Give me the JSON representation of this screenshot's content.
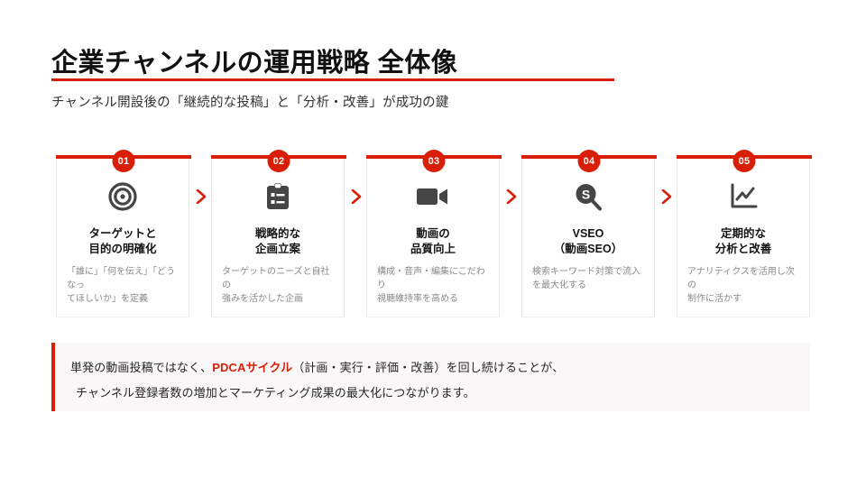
{
  "header": {
    "title": "企業チャンネルの運用戦略 全体像",
    "subtitle": "チャンネル開設後の「継続的な投稿」と「分析・改善」が成功の鍵"
  },
  "accent_color": "#D81E06",
  "steps": [
    {
      "number": "01",
      "icon": "target-icon",
      "title_line1": "ターゲットと",
      "title_line2": "目的の明確化",
      "desc_line1": "「誰に」「何を伝え」「どうなっ",
      "desc_line2": "てほしいか」を定義"
    },
    {
      "number": "02",
      "icon": "clipboard-list-icon",
      "title_line1": "戦略的な",
      "title_line2": "企画立案",
      "desc_line1": "ターゲットのニーズと自社の",
      "desc_line2": "強みを活かした企画"
    },
    {
      "number": "03",
      "icon": "video-camera-icon",
      "title_line1": "動画の",
      "title_line2": "品質向上",
      "desc_line1": "構成・音声・編集にこだわり",
      "desc_line2": "視聴維持率を高める"
    },
    {
      "number": "04",
      "icon": "magnifier-dollar-icon",
      "title_line1": "VSEO",
      "title_line2": "（動画SEO）",
      "desc_line1": "検索キーワード対策で流入",
      "desc_line2": "を最大化する"
    },
    {
      "number": "05",
      "icon": "line-chart-icon",
      "title_line1": "定期的な",
      "title_line2": "分析と改善",
      "desc_line1": "アナリティクスを活用し次の",
      "desc_line2": "制作に活かす"
    }
  ],
  "callout": {
    "line1_before": "単発の動画投稿ではなく、",
    "line1_highlight": "PDCAサイクル",
    "line1_after": "（計画・実行・評価・改善）を回し続けることが、",
    "line2": "チャンネル登録者数の増加とマーケティング成果の最大化につながります。"
  }
}
